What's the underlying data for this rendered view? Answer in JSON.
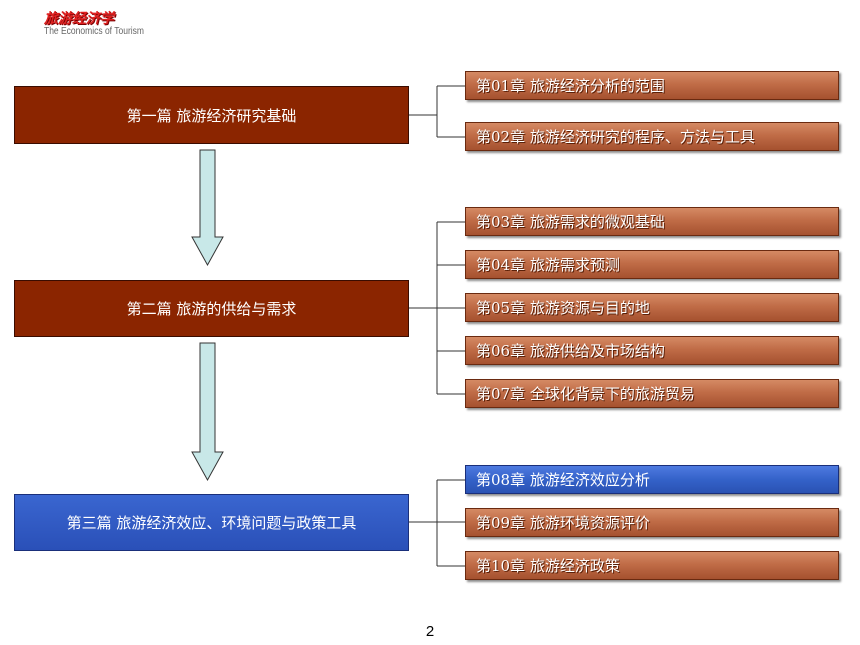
{
  "header": {
    "logo_cn": "旅游经济学",
    "logo_en": "The Economics of Tourism"
  },
  "parts": [
    {
      "label": "第一篇  旅游经济研究基础",
      "color": "#8b2500"
    },
    {
      "label": "第二篇  旅游的供给与需求",
      "color": "#8b2500"
    },
    {
      "label": "第三篇  旅游经济效应、环境问题与政策工具",
      "color": "#2a50b8"
    }
  ],
  "chapters": [
    {
      "label": "第01章  旅游经济分析的范围",
      "part": 1
    },
    {
      "label": "第02章  旅游经济研究的程序、方法与工具",
      "part": 1
    },
    {
      "label": "第03章  旅游需求的微观基础",
      "part": 2
    },
    {
      "label": "第04章  旅游需求预测",
      "part": 2
    },
    {
      "label": "第05章  旅游资源与目的地",
      "part": 2
    },
    {
      "label": "第06章  旅游供给及市场结构",
      "part": 2
    },
    {
      "label": "第07章  全球化背景下的旅游贸易",
      "part": 2
    },
    {
      "label": "第08章  旅游经济效应分析",
      "part": 3
    },
    {
      "label": "第09章  旅游环境资源评价",
      "part": 3
    },
    {
      "label": "第10章  旅游经济政策",
      "part": 3
    }
  ],
  "colors": {
    "part_brown": "#8b2500",
    "part_blue": "#2a50b8",
    "chapter_brown": "#c06c47",
    "chapter_blue": "#3462c9",
    "arrow_fill": "#c8e8e8"
  },
  "page_number": "2"
}
